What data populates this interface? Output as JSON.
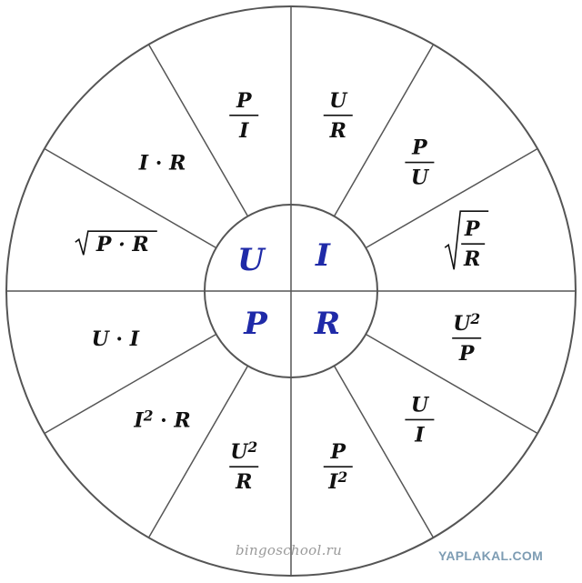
{
  "colors": {
    "stroke": "#555555",
    "formula_text": "#111111",
    "center_text": "#1f2aa8"
  },
  "center": {
    "top_left": "U",
    "top_right": "I",
    "bottom_left": "P",
    "bottom_right": "R"
  },
  "segments": [
    {
      "id": "s1",
      "kind": "fraction",
      "num": "U",
      "den": "R"
    },
    {
      "id": "s2",
      "kind": "fraction",
      "num": "P",
      "den": "U"
    },
    {
      "id": "s3",
      "kind": "sqrtfrac",
      "num": "P",
      "den": "R"
    },
    {
      "id": "s4",
      "kind": "fraction",
      "num": "U",
      "num_sup": "2",
      "den": "P"
    },
    {
      "id": "s5",
      "kind": "fraction",
      "num": "U",
      "den": "I"
    },
    {
      "id": "s6",
      "kind": "fraction",
      "num": "P",
      "den": "I",
      "den_sup": "2"
    },
    {
      "id": "s7",
      "kind": "fraction",
      "num": "U",
      "num_sup": "2",
      "den": "R"
    },
    {
      "id": "s8",
      "kind": "product",
      "a": "I",
      "a_sup": "2",
      "dot": "·",
      "b": "R"
    },
    {
      "id": "s9",
      "kind": "product",
      "a": "U",
      "dot": "·",
      "b": "I"
    },
    {
      "id": "s10",
      "kind": "sqrtproduct",
      "a": "P",
      "dot": "·",
      "b": "R"
    },
    {
      "id": "s11",
      "kind": "product",
      "a": "I",
      "dot": "·",
      "b": "R"
    },
    {
      "id": "s12",
      "kind": "fraction",
      "num": "P",
      "den": "I"
    }
  ],
  "footer": {
    "watermark": "bingoschool.ru",
    "brand": "YAPLAKAL.COM"
  }
}
